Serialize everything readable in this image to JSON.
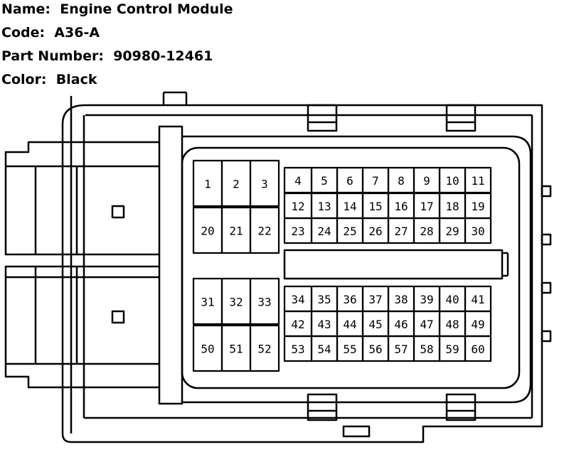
{
  "header": {
    "name_line": "Name:  Engine Control Module",
    "code_line": "Code:  A36-A",
    "part_line": "Part Number:  90980-12461",
    "color_line": "Color:  Black"
  },
  "connector": {
    "pins": [
      "1",
      "2",
      "3",
      "4",
      "5",
      "6",
      "7",
      "8",
      "9",
      "10",
      "11",
      "12",
      "13",
      "14",
      "15",
      "16",
      "17",
      "18",
      "19",
      "20",
      "21",
      "22",
      "23",
      "24",
      "25",
      "26",
      "27",
      "28",
      "29",
      "30",
      "31",
      "32",
      "33",
      "34",
      "35",
      "36",
      "37",
      "38",
      "39",
      "40",
      "41",
      "42",
      "43",
      "44",
      "45",
      "46",
      "47",
      "48",
      "49",
      "50",
      "51",
      "52",
      "53",
      "54",
      "55",
      "56",
      "57",
      "58",
      "59",
      "60"
    ]
  }
}
